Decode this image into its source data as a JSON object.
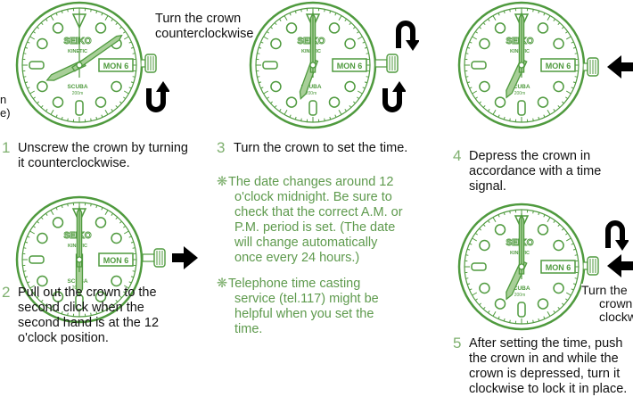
{
  "colors": {
    "dial": "#4f9a3e",
    "dial_light": "#a8cf98",
    "accent_text": "#5e9a4d",
    "arrow": "#000000"
  },
  "dial": {
    "brand": "SEIKO",
    "model": "KINETIC",
    "line": "SCUBA",
    "depth": "200m",
    "date": "MON 6"
  },
  "step1": {
    "num": "1",
    "line1": "Unscrew the crown by turning",
    "line2": "it counterclockwise.",
    "caption1": "Turn the crown",
    "caption2": "counterclockwise",
    "left_cut1": "n",
    "left_cut2": "e)"
  },
  "step2": {
    "num": "2",
    "line1": "Pull out the crown to the",
    "line2": "second click when the",
    "line3": "second hand is at the 12",
    "line4": "o'clock position."
  },
  "step3": {
    "num": "3",
    "line1": "Turn the crown to set the time."
  },
  "note1": {
    "line1": "The date changes around 12",
    "line2": "o'clock midnight. Be sure to",
    "line3": "check that the correct A.M. or",
    "line4": "P.M. period is set. (The date",
    "line5": "will change automatically",
    "line6": "once every 24 hours.)"
  },
  "note2": {
    "line1": "Telephone time casting",
    "line2": "service (tel.117) might be",
    "line3": "helpful when you set the",
    "line4": "time."
  },
  "step4": {
    "num": "4",
    "line1": "Depress the crown in",
    "line2": "accordance with a time",
    "line3": "signal."
  },
  "step5": {
    "num": "5",
    "line1": "After setting the time, push",
    "line2": "the crown in and while the",
    "line3": "crown is depressed, turn it",
    "line4": "clockwise to lock it in place.",
    "caption1": "Turn the",
    "caption2": "crown",
    "caption3": "clockwise"
  }
}
